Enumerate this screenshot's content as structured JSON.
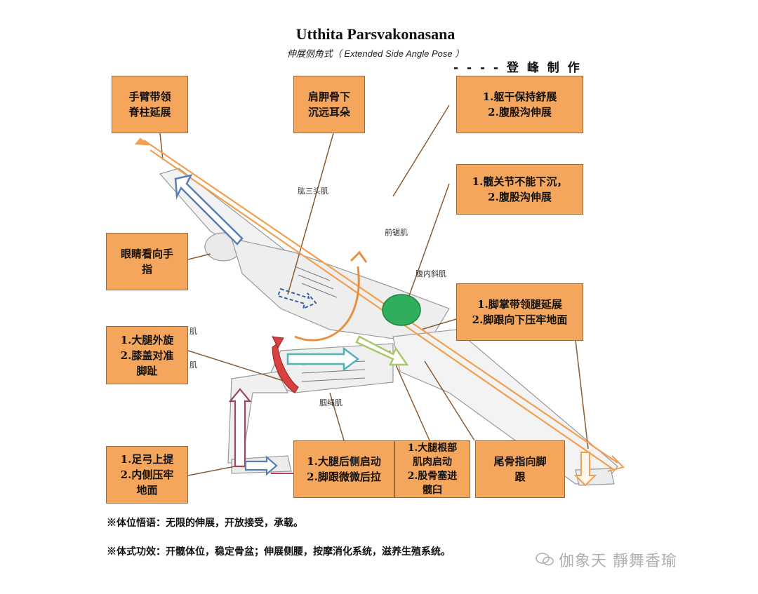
{
  "header": {
    "title": "Utthita Parsvakonasana",
    "subtitle": "伸展侧角式（ Extended Side Angle Pose ）",
    "author": "- - - - 登 峰 制 作"
  },
  "boxes": {
    "arm_spine": "手臂带领\n脊柱延展",
    "scapula": "肩胛骨下\n沉远耳朵",
    "torso": "1.躯干保持舒展\n2.腹股沟伸展",
    "hip": "1.髋关节不能下沉，\n2.腹股沟伸展",
    "eyes": "眼睛看向手\n指",
    "sole": "1.脚掌带领腿延展\n2.脚跟向下压牢地面",
    "thigh_knee": "1.大腿外旋\n2.膝盖对准\n脚趾",
    "arch": "1.足弓上提\n2.内侧压牢\n地面",
    "thigh_back": "1.大腿后侧启动\n2.脚跟微微后拉",
    "thigh_root": "1.大腿根部\n肌肉启动\n2.股骨塞进\n髋臼",
    "tailbone": "尾骨指向脚\n跟"
  },
  "muscles": {
    "triceps": "肱三头肌",
    "serratus": "前锯肌",
    "oblique": "腹内斜肌",
    "hamstring": "腘绳肌",
    "partial1": "肌",
    "partial2": "肌"
  },
  "notes": {
    "insight": "※体位悟语：无限的伸展，开放接受，承载。",
    "benefits": "※体式功效：开髋体位，稳定骨盆；伸展侧腰，按摩消化系统，滋养生殖系统。"
  },
  "watermark": "伽象天 靜舞香瑜",
  "colors": {
    "box_fill": "#f4a65c",
    "long_arrow": "#f0a050",
    "blue_arrow": "#5a7fb5",
    "teal_arrow": "#4fb3b8",
    "green_circle": "#2fae5e",
    "red_arrow": "#d94040",
    "maroon_arrow": "#9a4a5a",
    "light_green_arrow": "#a9c86a"
  }
}
